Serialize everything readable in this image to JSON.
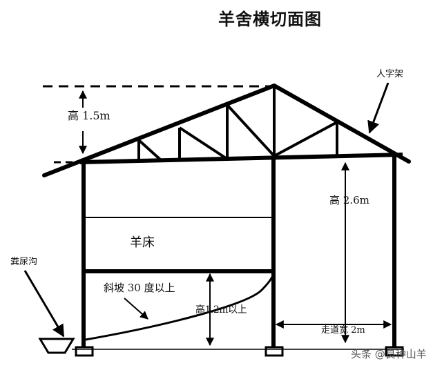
{
  "title": "羊舍横切面图",
  "labels": {
    "ridge": "人字架",
    "height_roof": "高 1.5m",
    "height_wall": "高 2.6m",
    "bed": "羊床",
    "manure_ditch": "粪尿沟",
    "slope": "斜坡 30 度以上",
    "height_bed": "高1.2m以上",
    "walkway": "走道宽 2m"
  },
  "watermark": "头条 @良种山羊",
  "colors": {
    "line": "#000000",
    "background": "#ffffff"
  }
}
